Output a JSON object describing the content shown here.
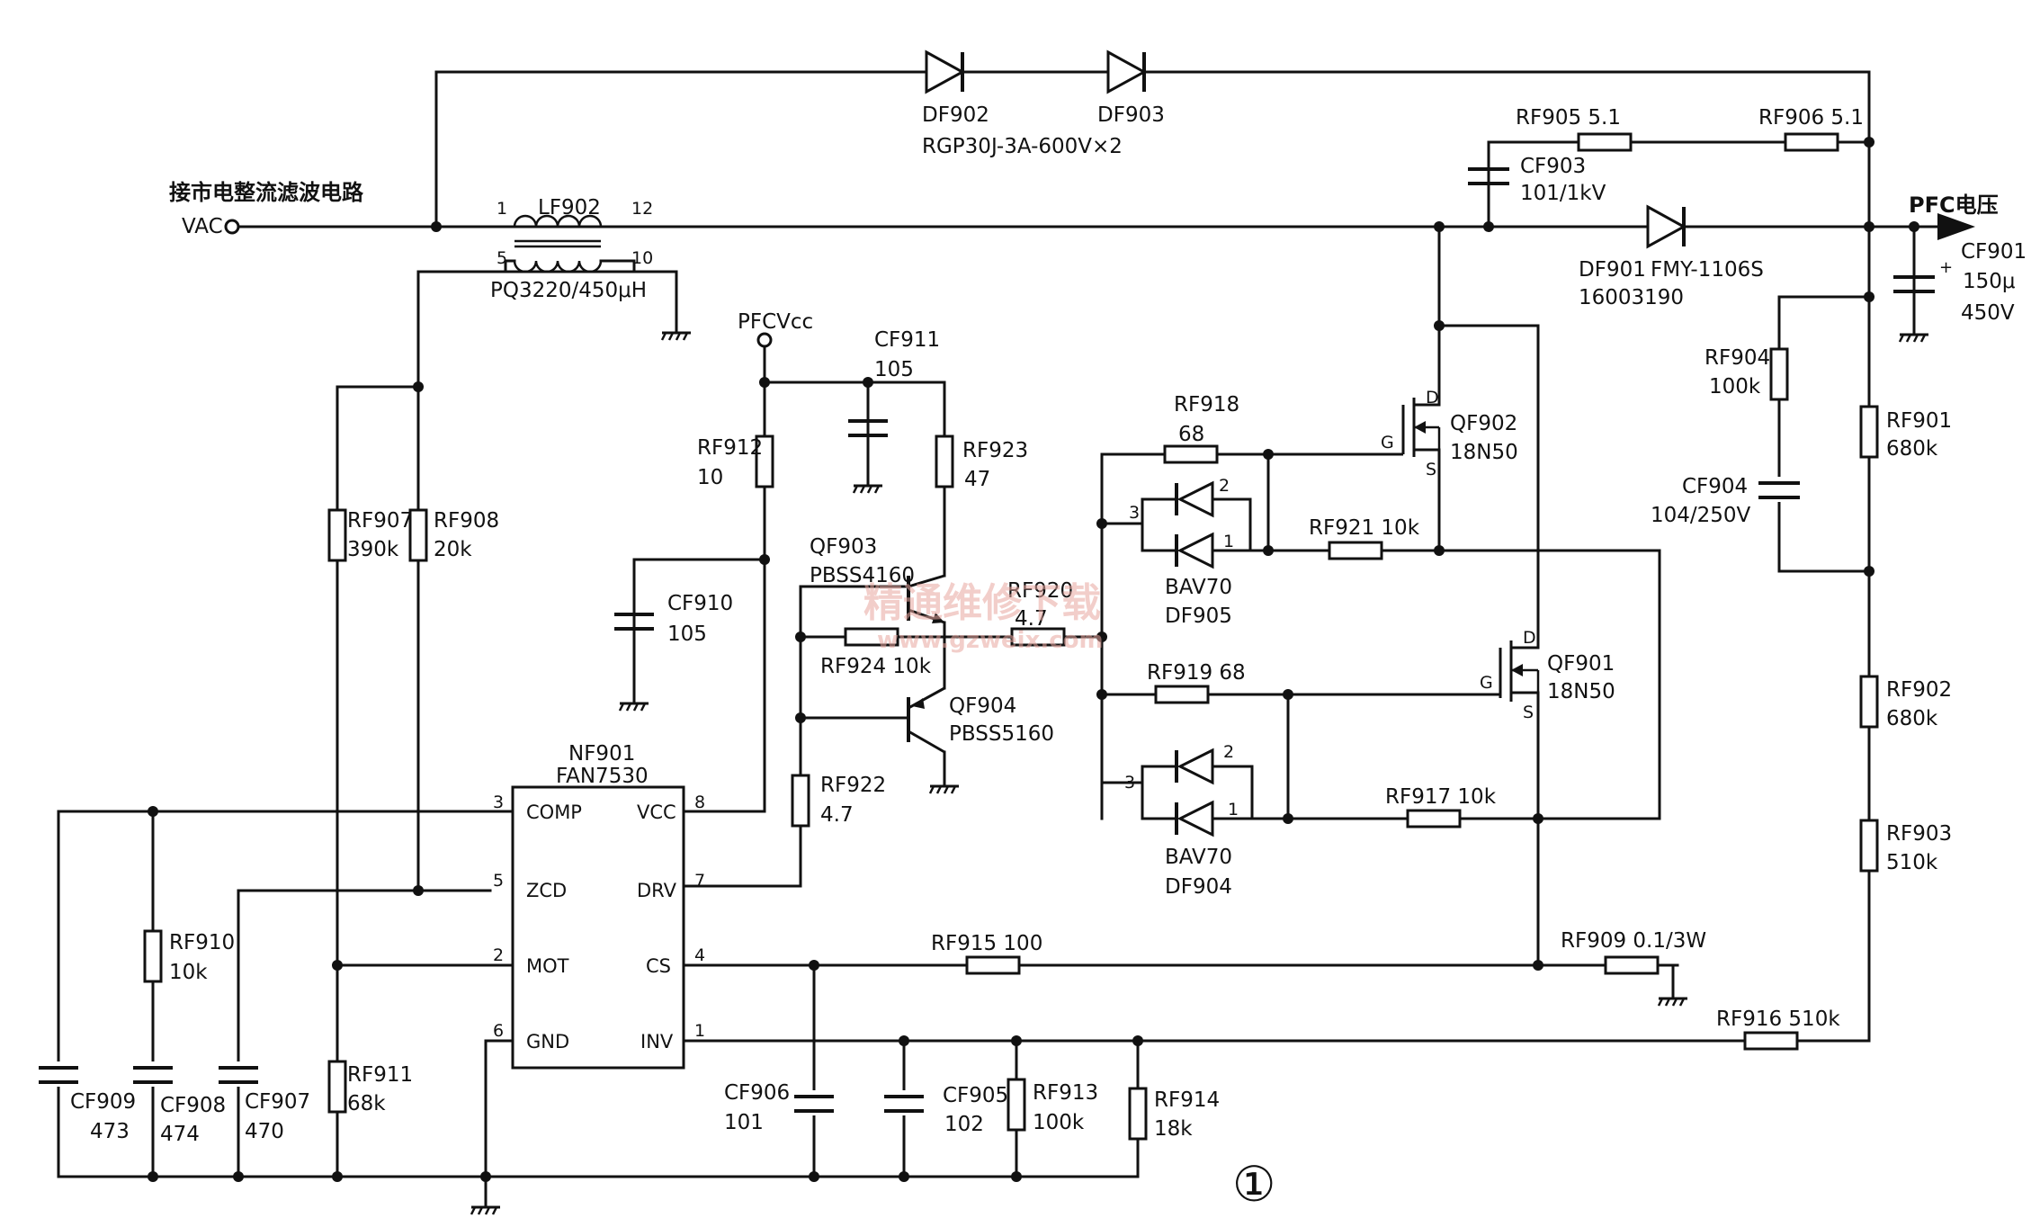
{
  "title_cn": "接市电整流滤波电路",
  "figure_number": "①",
  "watermark": {
    "text": "精通维修下载",
    "url": "www.gzweix.com"
  },
  "nodes": {
    "vac": "VAC",
    "pfc_out": "PFC电压",
    "pfc_vcc": "PFCVcc"
  },
  "ic": {
    "ref": "NF901",
    "part": "FAN7530",
    "pins_left": [
      {
        "num": "3",
        "name": "COMP"
      },
      {
        "num": "5",
        "name": "ZCD"
      },
      {
        "num": "2",
        "name": "MOT"
      },
      {
        "num": "6",
        "name": "GND"
      }
    ],
    "pins_right": [
      {
        "num": "8",
        "name": "VCC"
      },
      {
        "num": "7",
        "name": "DRV"
      },
      {
        "num": "4",
        "name": "CS"
      },
      {
        "num": "1",
        "name": "INV"
      }
    ]
  },
  "inductor": {
    "ref": "LF902",
    "part": "PQ3220/450μH",
    "pin1": "1",
    "pin12": "12",
    "pin5": "5",
    "pin10": "10"
  },
  "diodes": {
    "df902": "DF902",
    "df903": "DF903",
    "df902_903_part": "RGP30J-3A-600V×2",
    "df901": "DF901",
    "df901_part": "FMY-1106S",
    "df901_code": "16003190",
    "df905_ref": "DF905",
    "df905_part": "BAV70",
    "df904_ref": "DF904",
    "df904_part": "BAV70",
    "bav_pin1": "1",
    "bav_pin2": "2",
    "bav_pin3": "3"
  },
  "transistors": {
    "qf902": "QF902",
    "qf902_part": "18N50",
    "qf901": "QF901",
    "qf901_part": "18N50",
    "qf903": "QF903",
    "qf903_part": "PBSS4160",
    "qf904": "QF904",
    "qf904_part": "PBSS5160",
    "g": "G",
    "d": "D",
    "s": "S"
  },
  "resistors": {
    "rf905": "RF905  5.1",
    "rf906": "RF906  5.1",
    "rf907_ref": "RF907",
    "rf907_val": "390k",
    "rf908_ref": "RF908",
    "rf908_val": "20k",
    "rf912_ref": "RF912",
    "rf912_val": "10",
    "rf923_ref": "RF923",
    "rf923_val": "47",
    "rf920_ref": "RF920",
    "rf920_val": "4.7",
    "rf924": "RF924  10k",
    "rf922_ref": "RF922",
    "rf922_val": "4.7",
    "rf918_ref": "RF918",
    "rf918_val": "68",
    "rf921": "RF921  10k",
    "rf919": "RF919  68",
    "rf917": "RF917  10k",
    "rf910_ref": "RF910",
    "rf910_val": "10k",
    "rf911_ref": "RF911",
    "rf911_val": "68k",
    "rf915": "RF915  100",
    "rf909": "RF909  0.1/3W",
    "rf913_ref": "RF913",
    "rf913_val": "100k",
    "rf914_ref": "RF914",
    "rf914_val": "18k",
    "rf916": "RF916  510k",
    "rf904_ref": "RF904",
    "rf904_val": "100k",
    "rf901_ref": "RF901",
    "rf901_val": "680k",
    "rf902_ref": "RF902",
    "rf902_val": "680k",
    "rf903_ref": "RF903",
    "rf903_val": "510k"
  },
  "capacitors": {
    "cf903_ref": "CF903",
    "cf903_val": "101/1kV",
    "cf901_ref": "CF901",
    "cf901_val1": "150μ",
    "cf901_val2": "450V",
    "cf904_ref": "CF904",
    "cf904_val": "104/250V",
    "cf911_ref": "CF911",
    "cf911_val": "105",
    "cf910_ref": "CF910",
    "cf910_val": "105",
    "cf909_ref": "CF909",
    "cf909_val": "473",
    "cf908_ref": "CF908",
    "cf908_val": "474",
    "cf907_ref": "CF907",
    "cf907_val": "470",
    "cf906_ref": "CF906",
    "cf906_val": "101",
    "cf905_ref": "CF905",
    "cf905_val": "102"
  }
}
